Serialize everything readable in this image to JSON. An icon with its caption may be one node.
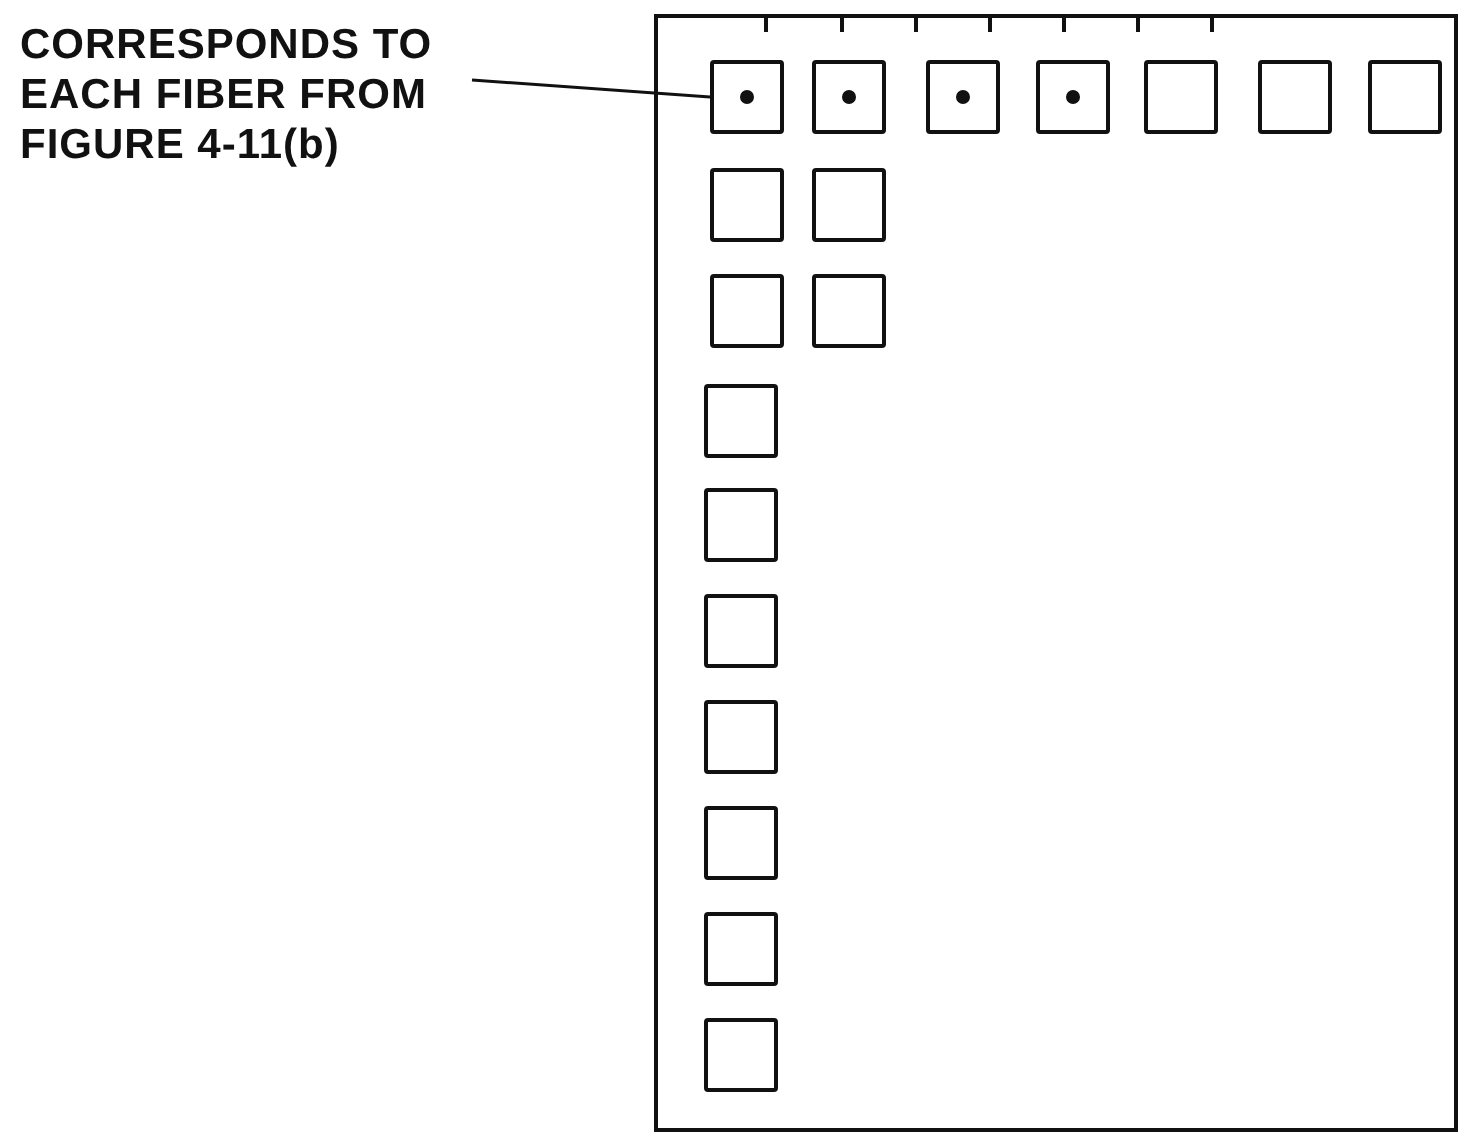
{
  "diagram": {
    "nodes": [
      {
        "text": [
          "CORRESPONDS TO EACH FIBER FROM FIGURE 4-11(b)"
        ]
      },
      {
        "text": [],
        "shape": "box"
      },
      {
        "text": [],
        "shape": "box"
      },
      {
        "text": [],
        "shape": "box"
      },
      {
        "text": [],
        "shape": "box"
      },
      {
        "text": [],
        "shape": "box"
      },
      {
        "text": [],
        "shape": "box"
      },
      {
        "text": [],
        "shape": "box"
      },
      {
        "text": [],
        "shape": "box"
      },
      {
        "text": [],
        "shape": "box"
      },
      {
        "text": [],
        "shape": "box"
      },
      {
        "text": [],
        "shape": "box"
      },
      {
        "text": [],
        "shape": "box"
      },
      {
        "text": [],
        "shape": "box"
      },
      {
        "text": [],
        "shape": "box"
      },
      {
        "text": [],
        "shape": "box"
      },
      {
        "text": [],
        "shape": "box"
      },
      {
        "text": [],
        "shape": "box"
      },
      {
        "text": [],
        "shape": "box"
      }
    ],
    "edges": [
      {
        "from": 0,
        "to": 1,
        "arrow": "none"
      }
    ]
  }
}
